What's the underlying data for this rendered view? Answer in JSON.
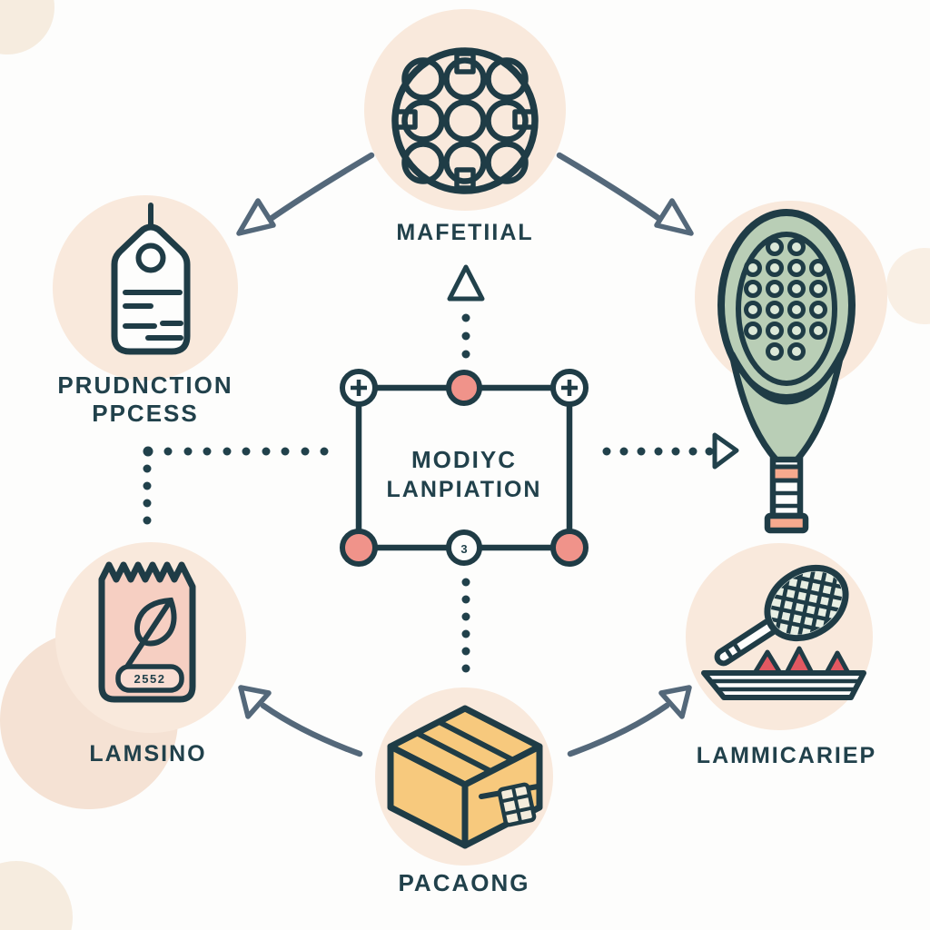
{
  "labels": {
    "material": "MAFETIIAL",
    "production_line1": "PRUDNCTION",
    "production_line2": "PPCESS",
    "center_line1": "MODIYC",
    "center_line2": "LANPIATION",
    "center_bottom_node_glyph": "3",
    "seed_bag": "LAMSINO",
    "bag_tag": "2552",
    "racket_tray": "LAMMICARIEP",
    "packaging": "PACAONG"
  },
  "colors": {
    "outline_dark": "#1f3c46",
    "text_dark": "#21414b",
    "arrow_slate": "#54687a",
    "peach_circle": "#f9e9dc",
    "peach_crescent": "#f5e2d4",
    "salmon_node": "#f0938a",
    "racket_green": "#b9ceb6",
    "racket_head_tint": "#e7eee3",
    "box_yellow": "#f7c97d",
    "bag_pink": "#f6cfc2",
    "bag_tag_fill": "#f9ded3",
    "tray_red": "#e25861",
    "handle_salmon": "#f6a98e",
    "background": "#fdfdfc"
  }
}
